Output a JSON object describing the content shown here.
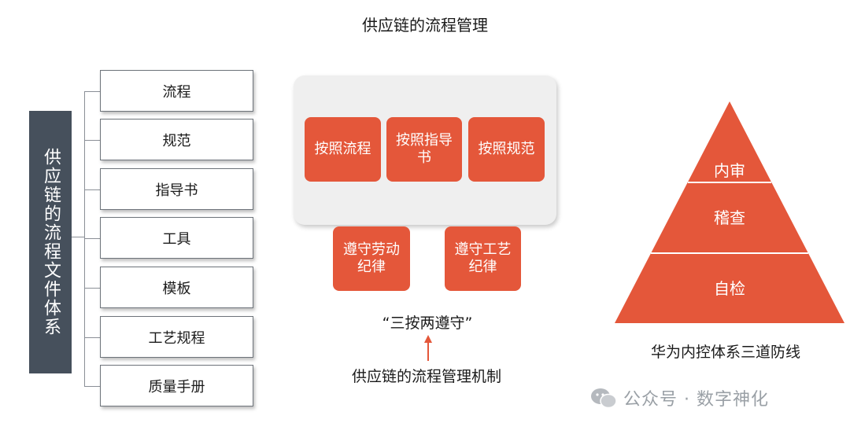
{
  "title": "供应链的流程管理",
  "left_panel": {
    "vertical_label": "供应链的流程文件体系",
    "items": [
      "流程",
      "规范",
      "指导书",
      "工具",
      "模板",
      "工艺规程",
      "质量手册"
    ]
  },
  "middle_panel": {
    "top_boxes": [
      "按照流程",
      "按照指导书",
      "按照规范"
    ],
    "bottom_boxes": [
      "遵守劳动纪律",
      "遵守工艺纪律"
    ],
    "caption": "“三按两遵守”",
    "subtitle": "供应链的流程管理机制"
  },
  "right_panel": {
    "levels": [
      "内审",
      "稽查",
      "自检"
    ],
    "caption": "华为内控体系三道防线"
  },
  "watermark": "公众号 · 数字神化",
  "colors": {
    "accent": "#e4573a",
    "vertical_label_bg": "#46505c",
    "panel_bg": "#efefef"
  }
}
